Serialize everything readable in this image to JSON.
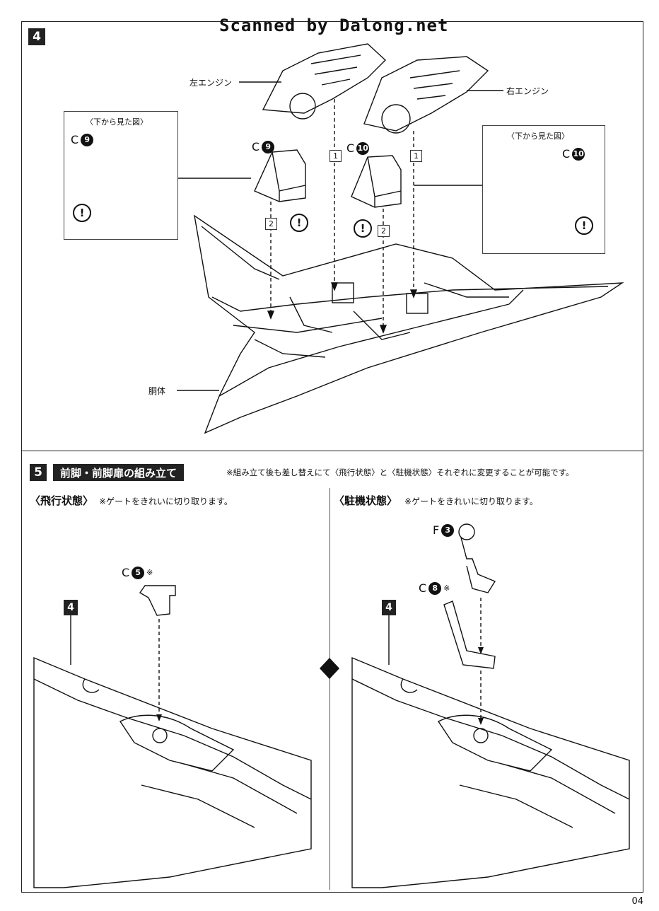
{
  "watermark": "Scanned by Dalong.net",
  "step4": {
    "number": "4",
    "left_engine": "左エンジン",
    "right_engine": "右エンジン",
    "fuselage": "胴体",
    "bottom_view_left": "〈下から見た図〉",
    "bottom_view_right": "〈下から見た図〉",
    "part_c9": "C",
    "part_c9_num": "9",
    "part_c10": "C",
    "part_c10_num": "10",
    "order_1": "1",
    "order_2": "2",
    "warning": "!"
  },
  "step5": {
    "number": "5",
    "title": "前脚・前脚扉の組み立て",
    "note": "※組み立て後も差し替えにて〈飛行状態〉と〈駐機状態〉それぞれに変更することが可能です。",
    "flight": {
      "title": "〈飛行状態〉",
      "note": "※ゲートをきれいに切り取ります。",
      "part": "C",
      "part_num": "5",
      "mark": "※",
      "ref": "4"
    },
    "parked": {
      "title": "〈駐機状態〉",
      "note": "※ゲートをきれいに切り取ります。",
      "part_f": "F",
      "part_f_num": "3",
      "part_c": "C",
      "part_c_num": "8",
      "mark": "※",
      "ref": "4"
    }
  },
  "page_number": "04"
}
